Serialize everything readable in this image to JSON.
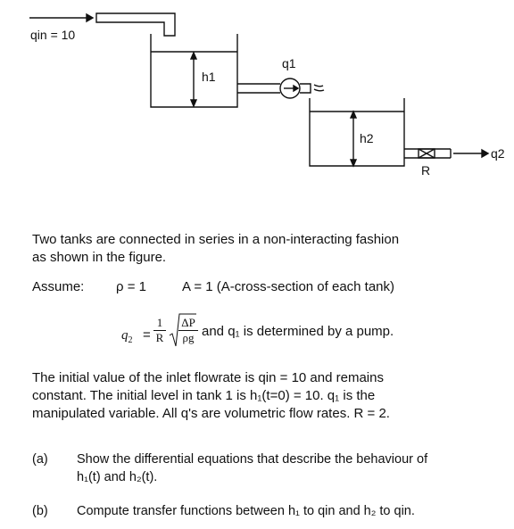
{
  "diagram": {
    "qin_label": "qin = 10",
    "h1_label": "h1",
    "q1_label": "q1",
    "h2_label": "h2",
    "R_label": "R",
    "q2_label": "q2"
  },
  "text": {
    "intro_line1": "Two tanks are connected in series in a non-interacting fashion",
    "intro_line2": "as shown in the figure.",
    "assume_label": "Assume:",
    "rho": "ρ = 1",
    "area": "A = 1  (A-cross-section of each tank)",
    "eq_lhs": "q",
    "eq_lhs_sub": "2",
    "eq_equals": "=",
    "eq_num1": "1",
    "eq_den1": "R",
    "eq_num2": "ΔP",
    "eq_den2": "ρg",
    "eq_tail": "and q₁ is determined by a pump.",
    "initial_line1": "The initial value of the inlet flowrate is qin = 10 and remains",
    "initial_line2": "constant.  The initial level in tank 1 is h₁(t=0) = 10.  q₁ is the",
    "initial_line3": "manipulated variable.  All q's are volumetric flow rates.  R = 2.",
    "part_a_label": "(a)",
    "part_a_line1": "Show the differential equations that describe the behaviour of",
    "part_a_line2": "h₁(t) and h₂(t).",
    "part_b_label": "(b)",
    "part_b_line1": "Compute transfer functions between h₁ to qin and h₂ to qin."
  }
}
